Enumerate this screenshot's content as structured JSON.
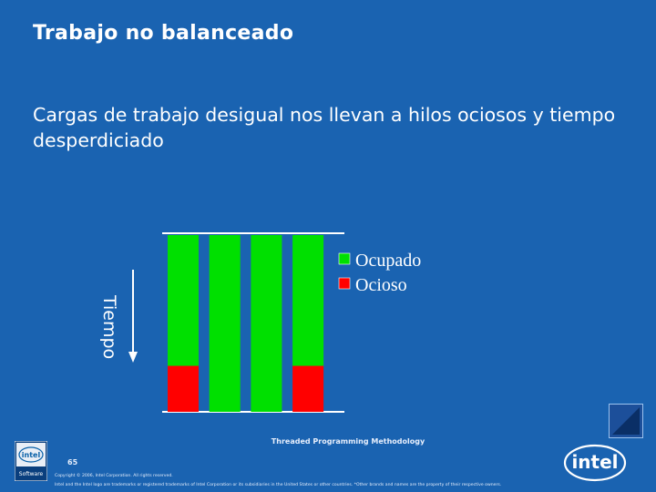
{
  "slide": {
    "title": "Trabajo no balanceado",
    "subtitle": "Cargas de trabajo desigual nos llevan a hilos ociosos y tiempo desperdiciado"
  },
  "chart_data": {
    "type": "bar",
    "orientation": "vertical-stacked",
    "axis_label": "Tiempo",
    "series": [
      {
        "name": "Ocupado",
        "color": "#00e000",
        "values": [
          0.74,
          1.0,
          1.0,
          0.74
        ]
      },
      {
        "name": "Ocioso",
        "color": "#ff0000",
        "values": [
          0.26,
          0.0,
          0.0,
          0.26
        ]
      }
    ]
  },
  "legend": [
    {
      "label": "Ocupado",
      "color": "#00e000"
    },
    {
      "label": "Ocioso",
      "color": "#ff0000"
    }
  ],
  "footer": {
    "center_text": "Threaded Programming Methodology",
    "page_number": "65",
    "copyright": "Copyright © 2006, Intel Corporation. All rights reserved.",
    "legal": "Intel and the Intel logo are trademarks or registered trademarks of Intel Corporation or its subsidiaries in the United States or other countries. *Other brands and names are the property of their respective owners.",
    "badge_top": "intel",
    "badge_bottom": "Software",
    "logo_text": "intel"
  },
  "icons": {
    "next": "play-triangle-icon"
  }
}
